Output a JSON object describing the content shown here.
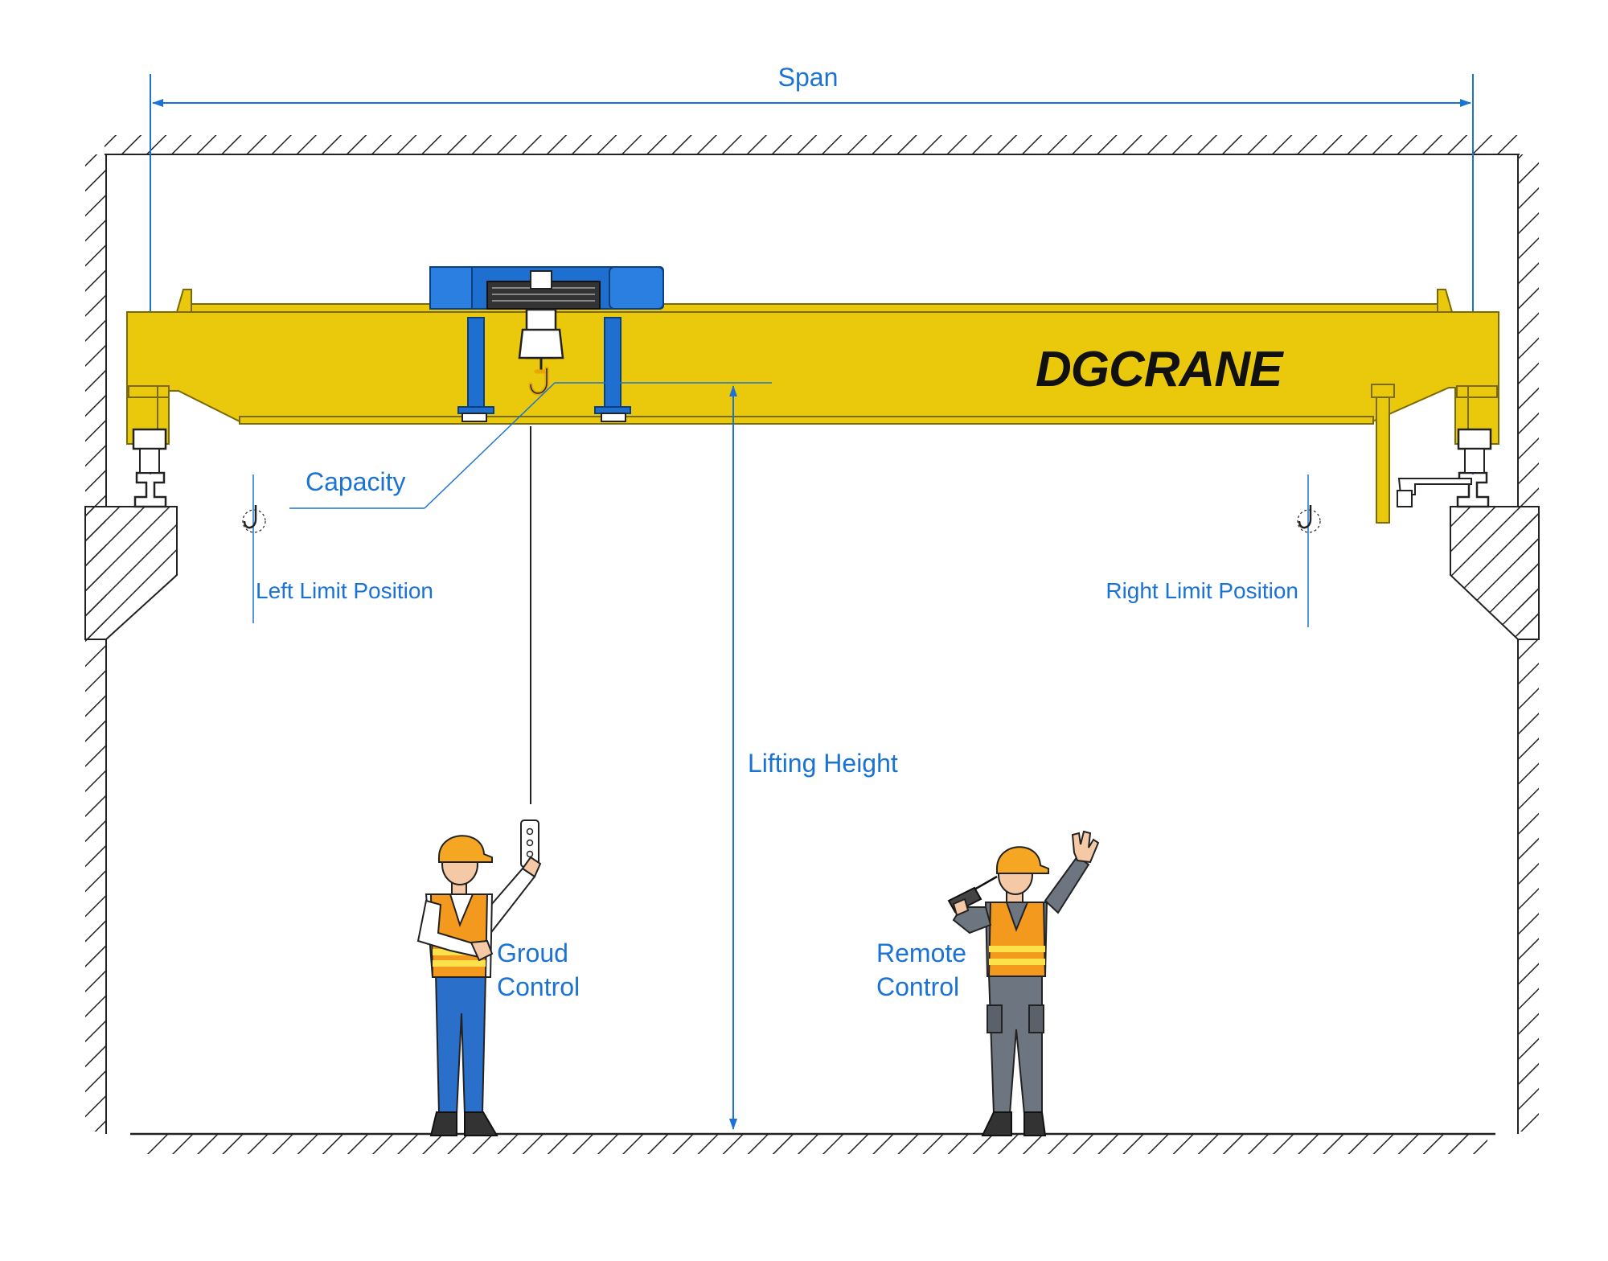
{
  "labels": {
    "span": "Span",
    "capacity": "Capacity",
    "left_limit": "Left Limit Position",
    "right_limit": "Right Limit Position",
    "lifting_height": "Lifting Height",
    "ground_control_line1": "Groud",
    "ground_control_line2": "Control",
    "remote_control_line1": "Remote",
    "remote_control_line2": "Control"
  },
  "brand": {
    "logo": "DGCRANE"
  },
  "colors": {
    "girder": "#eac90c",
    "girder_edge": "#7a6a05",
    "hoist": "#1e6fd0",
    "dimension": "#1a73d4",
    "wall_hatch": "#222222",
    "vest": "#f39a1e",
    "helmet": "#f5a623",
    "worker1_pants": "#2a6fc9",
    "worker2_pants": "#6d7580"
  },
  "icons": [
    "hook-icon",
    "pendant-controller-icon",
    "remote-controller-icon",
    "rail-icon"
  ]
}
